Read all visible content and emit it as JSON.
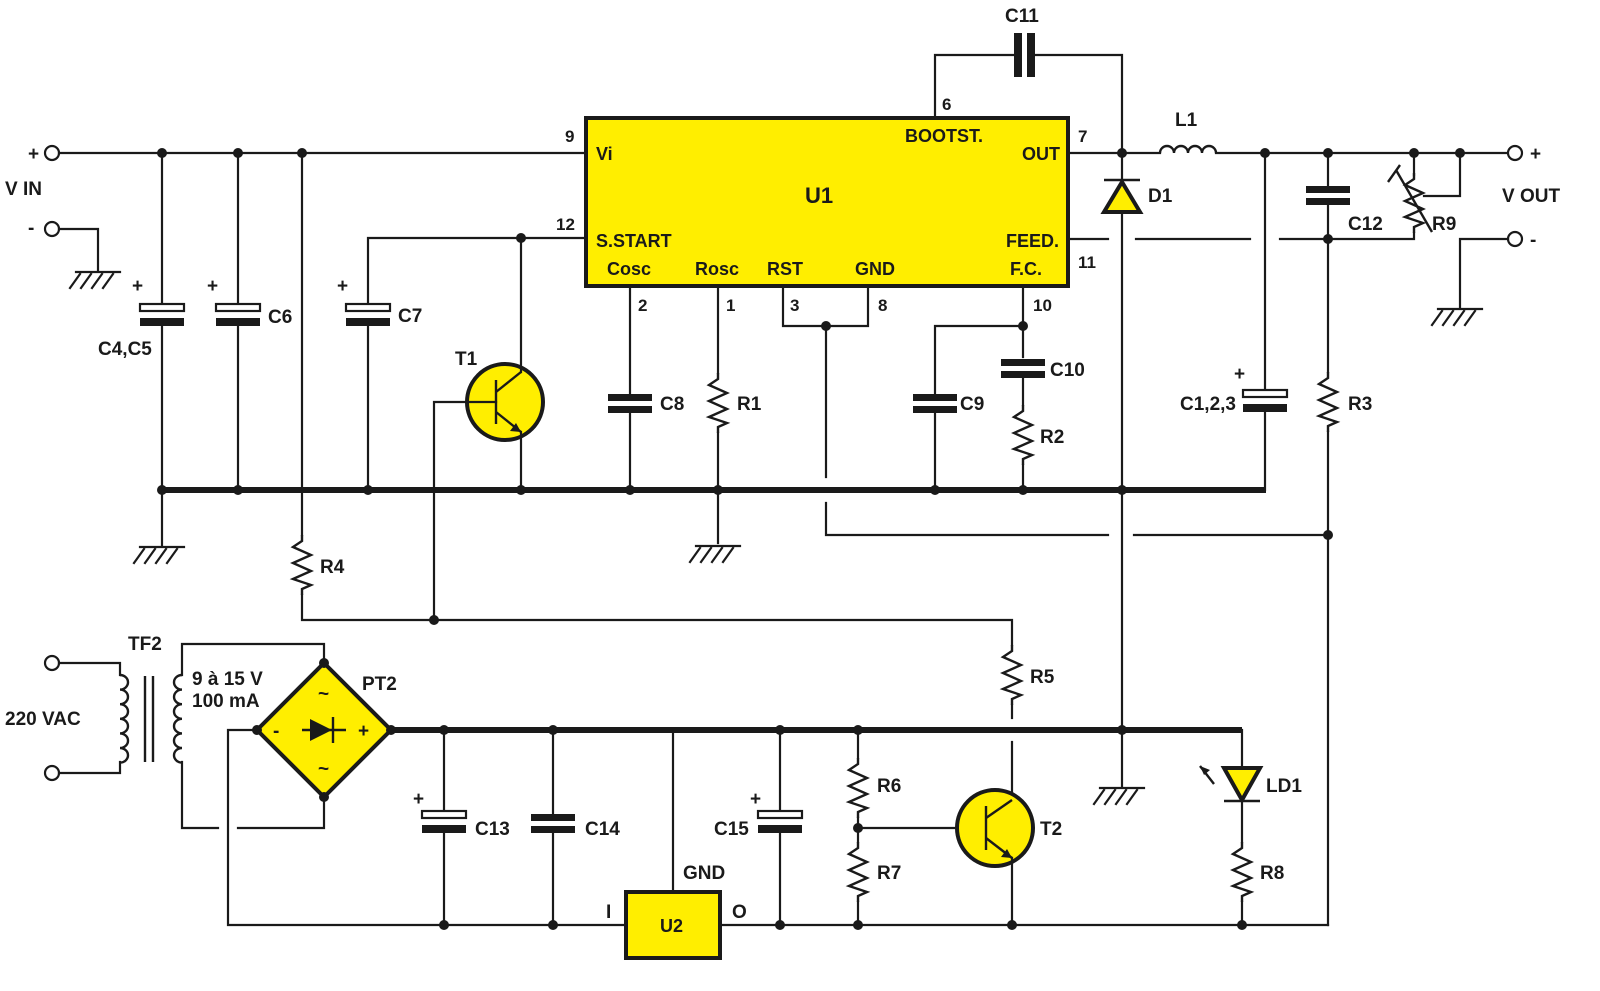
{
  "labels": {
    "u1": "U1",
    "u2": "U2",
    "vin": "V IN",
    "vout": "V OUT",
    "plus": "+",
    "minus": "-",
    "ac": "220 VAC",
    "tf2": "TF2",
    "pt2": "PT2",
    "sec_v": "9 à 15 V",
    "sec_i": "100 mA",
    "c11": "C11",
    "c4c5": "C4,C5",
    "c6": "C6",
    "c7": "C7",
    "c8": "C8",
    "c9": "C9",
    "c10": "C10",
    "c12": "C12",
    "c123": "C1,2,3",
    "c13": "C13",
    "c14": "C14",
    "c15": "C15",
    "r1": "R1",
    "r2": "R2",
    "r3": "R3",
    "r4": "R4",
    "r5": "R5",
    "r6": "R6",
    "r7": "R7",
    "r8": "R8",
    "r9": "R9",
    "l1": "L1",
    "d1": "D1",
    "t1": "T1",
    "t2": "T2",
    "ld1": "LD1",
    "gnd": "GND",
    "in_i": "I",
    "out_o": "O"
  },
  "u1_pins": {
    "vi": "Vi",
    "bootst": "BOOTST.",
    "out": "OUT",
    "sstart": "S.START",
    "feed": "FEED.",
    "fc": "F.C.",
    "cosc": "Cosc",
    "rosc": "Rosc",
    "rst": "RST",
    "gnd": "GND"
  },
  "pin_numbers": {
    "p9": "9",
    "p6": "6",
    "p7": "7",
    "p12": "12",
    "p11": "11",
    "p2": "2",
    "p1": "1",
    "p3": "3",
    "p8": "8",
    "p10": "10"
  },
  "colors": {
    "chip_fill": "#ffee00",
    "ink": "#1a1a1a"
  }
}
